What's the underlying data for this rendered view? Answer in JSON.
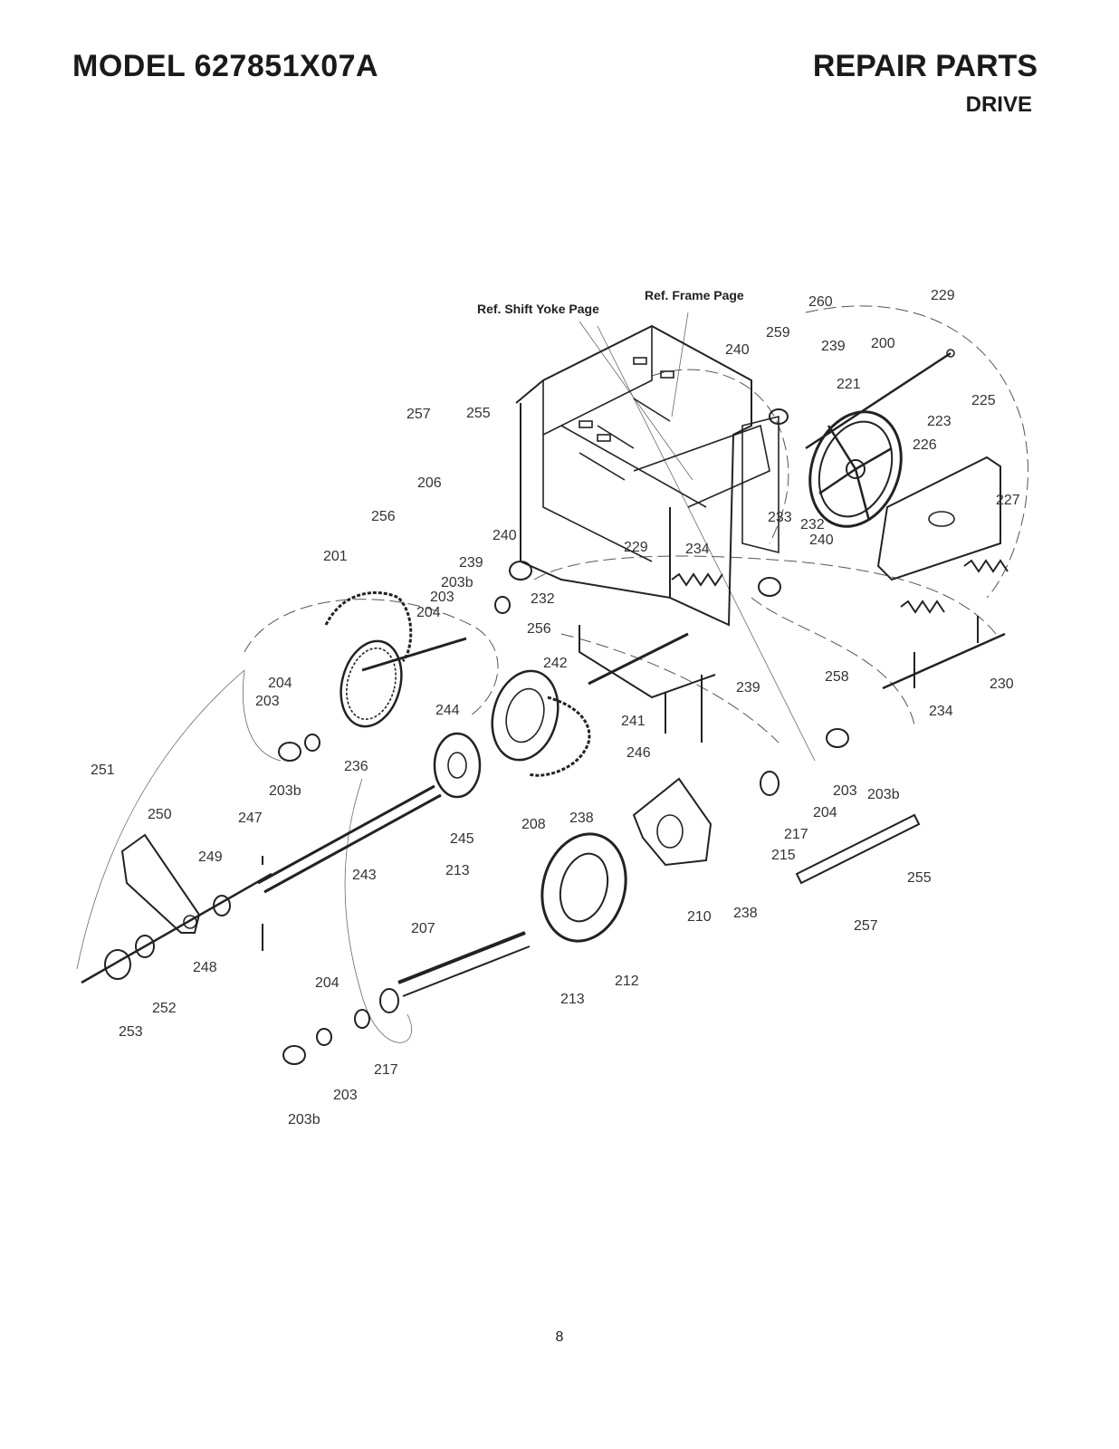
{
  "header": {
    "model": "MODEL 627851X07A",
    "section": "REPAIR PARTS",
    "subsection": "DRIVE"
  },
  "diagram": {
    "references": [
      "Ref. Shift Yoke Page",
      "Ref. Frame Page"
    ],
    "labels": [
      "260",
      "229",
      "259",
      "240",
      "239",
      "200",
      "221",
      "225",
      "257",
      "255",
      "223",
      "226",
      "227",
      "206",
      "256",
      "233",
      "232",
      "240",
      "201",
      "240",
      "229",
      "234",
      "239",
      "203b",
      "232",
      "203",
      "204",
      "256",
      "242",
      "258",
      "204",
      "203",
      "230",
      "244",
      "239",
      "241",
      "234",
      "246",
      "251",
      "236",
      "203b",
      "203",
      "203b",
      "250",
      "247",
      "245",
      "208",
      "238",
      "204",
      "217",
      "249",
      "213",
      "243",
      "215",
      "255",
      "207",
      "210",
      "238",
      "257",
      "248",
      "204",
      "212",
      "213",
      "252",
      "253",
      "217",
      "203",
      "203b"
    ]
  },
  "footer": {
    "page_number": "8"
  }
}
